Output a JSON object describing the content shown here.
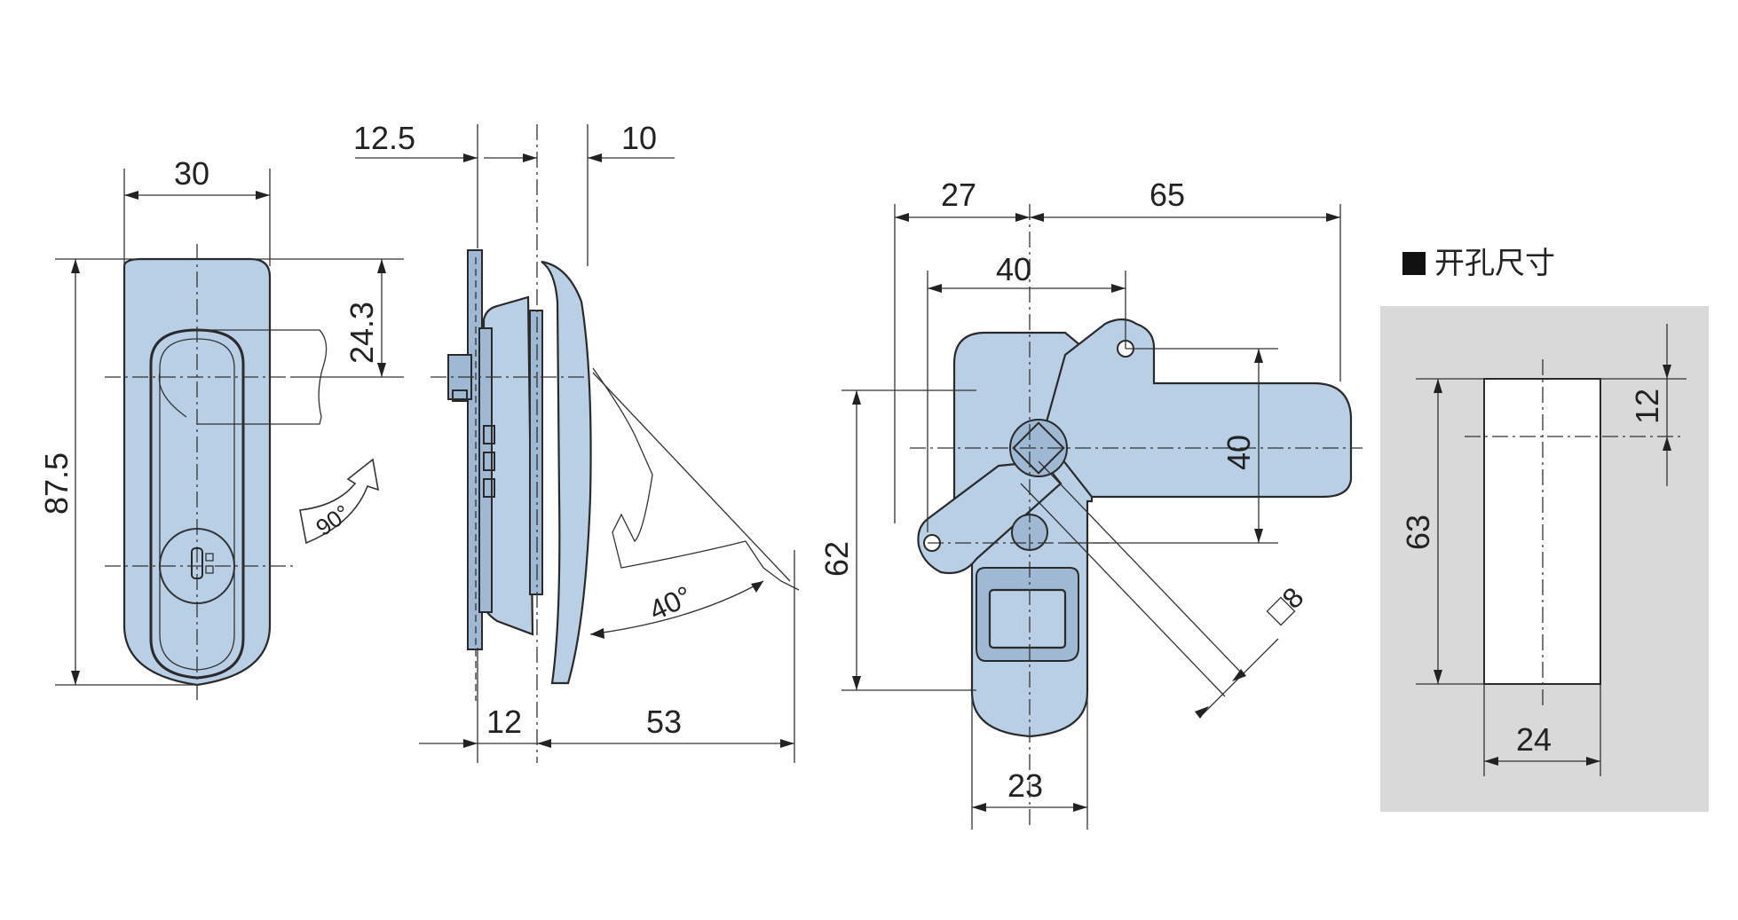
{
  "legend": {
    "label": "开孔尺寸"
  },
  "front_view": {
    "dims": {
      "width": "30",
      "height": "87.5",
      "center_offset": "24.3"
    },
    "angle": "90°"
  },
  "side_view": {
    "dims": {
      "top_left": "12.5",
      "top_right": "10",
      "bottom_left": "12",
      "bottom_right": "53"
    },
    "angle": "40°"
  },
  "rear_view": {
    "dims": {
      "left": "27",
      "right": "65",
      "inner": "40",
      "arm_height": "40",
      "height": "62",
      "square": "8",
      "bottom": "23"
    }
  },
  "cutout": {
    "dims": {
      "height": "63",
      "top_offset": "12",
      "width": "24"
    }
  },
  "colors": {
    "part_fill": "#b9cfe6",
    "panel_fill": "#d9d9d9",
    "line": "#2a2a2a"
  }
}
